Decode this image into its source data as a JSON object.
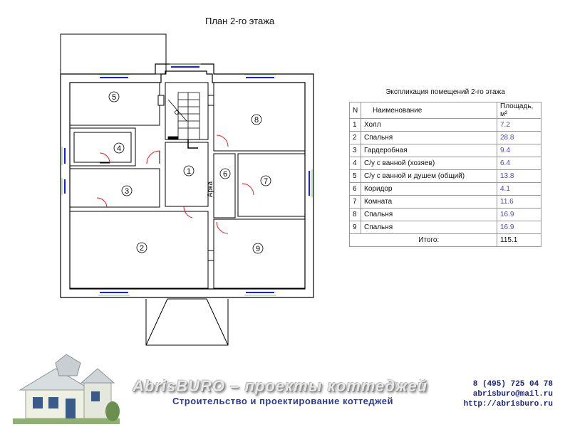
{
  "plan_title": "План 2-го этажа",
  "rooms": [
    {
      "num": "1"
    },
    {
      "num": "2"
    },
    {
      "num": "3"
    },
    {
      "num": "4"
    },
    {
      "num": "5"
    },
    {
      "num": "6"
    },
    {
      "num": "7"
    },
    {
      "num": "8"
    },
    {
      "num": "9"
    }
  ],
  "arch_label": "Арка",
  "table": {
    "title": "Экспликация помещений 2-го этажа",
    "headers": {
      "n": "N",
      "name": "Наименование",
      "area": "Площадь, м²"
    },
    "rows": [
      {
        "n": "1",
        "name": "Холл",
        "area": "7.2"
      },
      {
        "n": "2",
        "name": "Спальня",
        "area": "28.8"
      },
      {
        "n": "3",
        "name": "Гардеробная",
        "area": "9.4"
      },
      {
        "n": "4",
        "name": "С/у с ванной (хозяев)",
        "area": "6.4"
      },
      {
        "n": "5",
        "name": "С/у с ванной и душем (общий)",
        "area": "13.8"
      },
      {
        "n": "6",
        "name": "Коридор",
        "area": "4.1"
      },
      {
        "n": "7",
        "name": "Комната",
        "area": "11.6"
      },
      {
        "n": "8",
        "name": "Спальня",
        "area": "16.9"
      },
      {
        "n": "9",
        "name": "Спальня",
        "area": "16.9"
      }
    ],
    "total_label": "Итого:",
    "total_area": "115.1"
  },
  "footer": {
    "brand": "AbrisBURO – проекты коттеджей",
    "tagline": "Строительство и проектирование коттеджей",
    "phone": "8 (495) 725 04 78",
    "email": "abrisburo@mail.ru",
    "site": "http://abrisburo.ru"
  },
  "colors": {
    "window": "#1a1aff",
    "wall": "#000000",
    "brand_sub": "#2a3a9a",
    "contact": "#1a237e",
    "area_values": "#4a4ac0"
  }
}
